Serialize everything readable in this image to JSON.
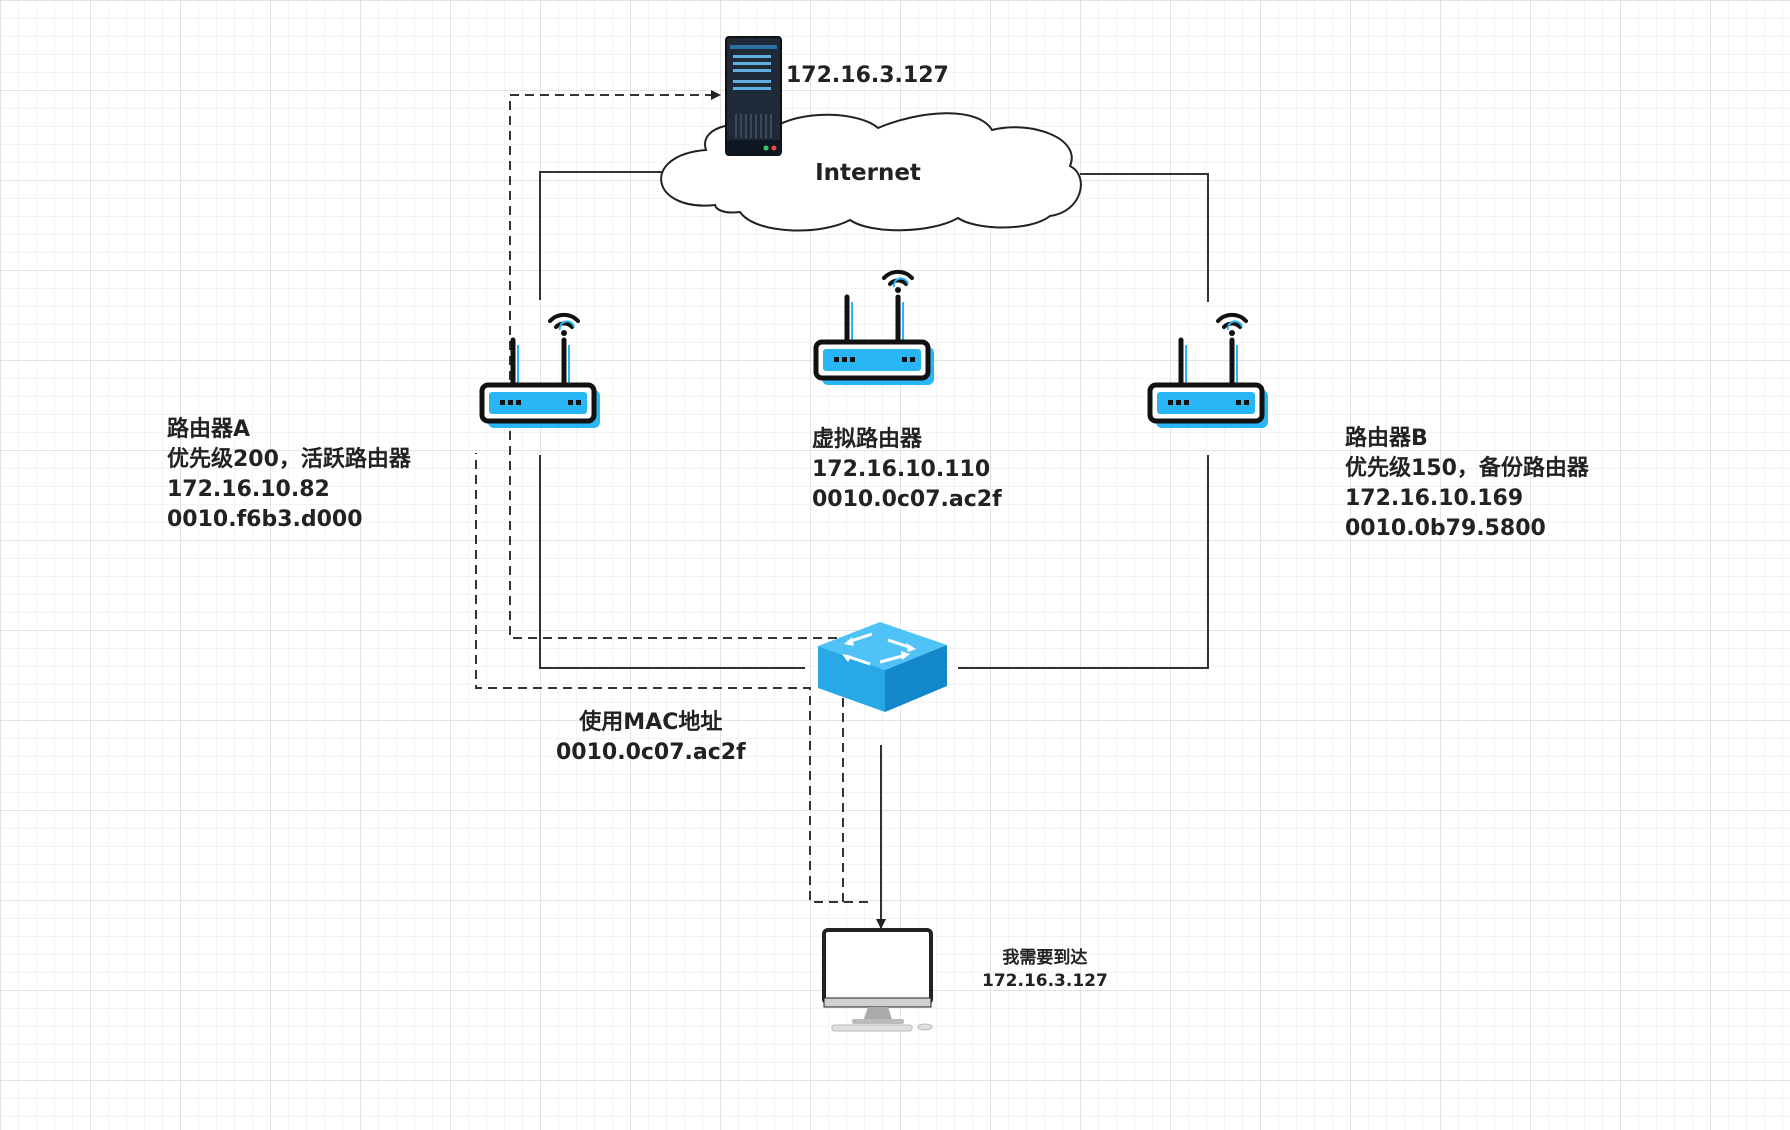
{
  "server": {
    "ip": "172.16.3.127",
    "icon": "server-icon"
  },
  "cloud": {
    "label": "Internet",
    "icon": "cloud-icon"
  },
  "router_a": {
    "icon": "wifi-router-icon",
    "name": "路由器A",
    "priority": "优先级200，活跃路由器",
    "ip": "172.16.10.82",
    "mac": "0010.f6b3.d000"
  },
  "virtual_router": {
    "icon": "wifi-router-icon",
    "name": "虚拟路由器",
    "ip": "172.16.10.110",
    "mac": "0010.0c07.ac2f"
  },
  "router_b": {
    "icon": "wifi-router-icon",
    "name": "路由器B",
    "priority": "优先级150，备份路由器",
    "ip": "172.16.10.169",
    "mac": "0010.0b79.5800"
  },
  "switch": {
    "icon": "switch-icon",
    "label_line1": "使用MAC地址",
    "label_line2": "0010.0c07.ac2f"
  },
  "client": {
    "icon": "computer-icon",
    "label_line1": "我需要到达",
    "label_line2": "172.16.3.127"
  },
  "colors": {
    "device_blue": "#29b6f6",
    "device_blue_dark": "#0288d1",
    "outline": "#111111",
    "line": "#333333"
  }
}
